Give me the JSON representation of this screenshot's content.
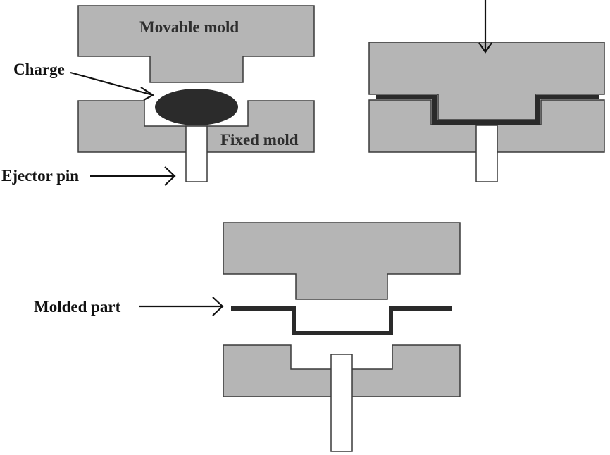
{
  "labels": {
    "movable_mold": "Movable mold",
    "charge": "Charge",
    "fixed_mold": "Fixed mold",
    "ejector_pin": "Ejector pin",
    "molded_part": "Molded part"
  },
  "colors": {
    "mold_fill": "#b5b5b5",
    "outline": "#3a3a3a",
    "charge_fill": "#2b2b2b",
    "part_stroke": "#2a2a2a",
    "pin_fill": "#ffffff",
    "background": "#ffffff"
  }
}
